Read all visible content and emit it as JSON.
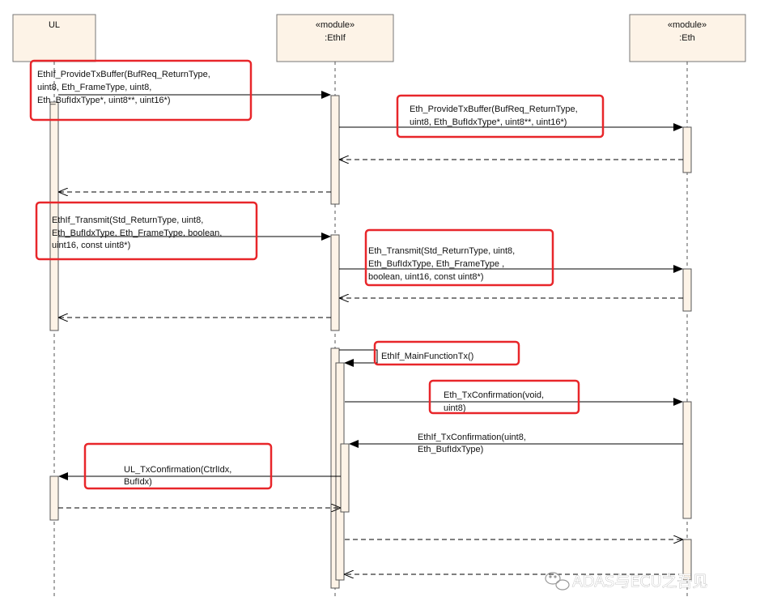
{
  "participants": [
    {
      "id": "ul",
      "stereotype": "",
      "name": "UL"
    },
    {
      "id": "ethif",
      "stereotype": "«module»",
      "name": ":EthIf"
    },
    {
      "id": "eth",
      "stereotype": "«module»",
      "name": ":Eth"
    }
  ],
  "messages": {
    "m1": [
      "EthIf_ProvideTxBuffer(BufReq_ReturnType,",
      "uint8, Eth_FrameType, uint8,",
      "Eth_BufIdxType*, uint8**, uint16*)"
    ],
    "m2": [
      "Eth_ProvideTxBuffer(BufReq_ReturnType,",
      "uint8, Eth_BufIdxType*, uint8**, uint16*)"
    ],
    "m3": [
      "EthIf_Transmit(Std_ReturnType, uint8,",
      "Eth_BufIdxType, Eth_FrameType, boolean,",
      "uint16, const uint8*)"
    ],
    "m4": [
      "Eth_Transmit(Std_ReturnType, uint8,",
      "Eth_BufIdxType, Eth_FrameType ,",
      "boolean, uint16, const uint8*)"
    ],
    "m5": [
      "EthIf_MainFunctionTx()"
    ],
    "m6": [
      "Eth_TxConfirmation(void,",
      "uint8)"
    ],
    "m7": [
      "EthIf_TxConfirmation(uint8,",
      "Eth_BufIdxType)"
    ],
    "m8": [
      "UL_TxConfirmation(CtrlIdx,",
      "BufIdx)"
    ]
  },
  "watermark": "ADAS与ECU之吾见",
  "colors": {
    "box_fill": "#fdf3e7",
    "line": "#000000",
    "highlight": "#e8262a"
  }
}
